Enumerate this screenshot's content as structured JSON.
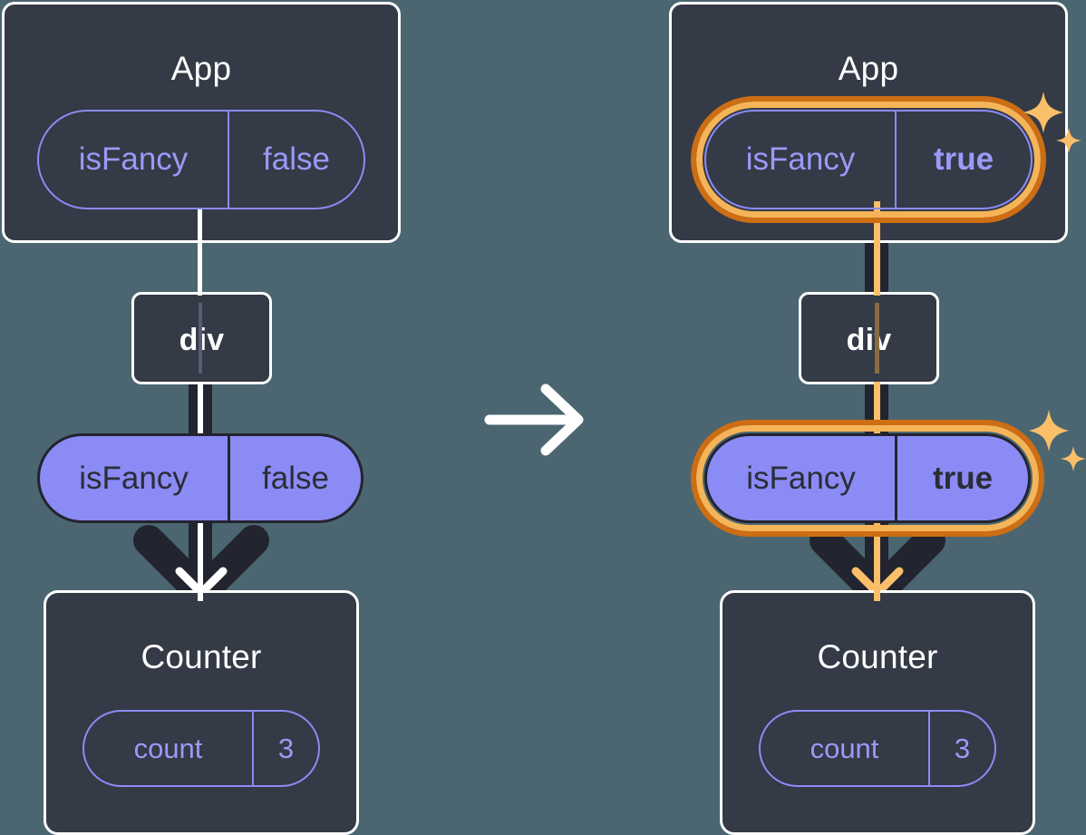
{
  "diagram": {
    "title": "React state propagation: isFancy false to true",
    "background_color": "#4b6670",
    "transition_arrow_icon": "arrow-right-icon"
  },
  "panels": [
    {
      "id": "before",
      "app": {
        "title": "App",
        "state_pill": {
          "name": "isFancy",
          "value": "false",
          "style": "outline",
          "highlighted": false
        }
      },
      "div": {
        "title": "div"
      },
      "prop_pill": {
        "name": "isFancy",
        "value": "false",
        "style": "solid",
        "highlighted": false,
        "value_bold": false
      },
      "counter": {
        "title": "Counter",
        "state_pill": {
          "name": "count",
          "value": "3",
          "style": "outline",
          "highlighted": false
        }
      },
      "connector_color": "#ffffff",
      "arrow_icon": "arrow-down-icon"
    },
    {
      "id": "after",
      "app": {
        "title": "App",
        "state_pill": {
          "name": "isFancy",
          "value": "true",
          "style": "outline",
          "highlighted": true
        }
      },
      "div": {
        "title": "div"
      },
      "prop_pill": {
        "name": "isFancy",
        "value": "true",
        "style": "solid",
        "highlighted": true,
        "value_bold": true
      },
      "counter": {
        "title": "Counter",
        "state_pill": {
          "name": "count",
          "value": "3",
          "style": "outline",
          "highlighted": false
        }
      },
      "connector_color": "#fbbf69",
      "arrow_icon": "arrow-down-icon",
      "sparkle_icon": "sparkles-icon"
    }
  ],
  "colors": {
    "background": "#4b6670",
    "box_fill": "#343a46",
    "box_border": "#ffffff",
    "pill_purple": "#8b8bf5",
    "pill_outline_text": "#9a9af7",
    "pill_solid_text": "#2a2d38",
    "highlight_inner": "#f5b458",
    "highlight_outer": "#cd6d14",
    "sparkle": "#fbbf69",
    "connector_dark": "#22242f"
  }
}
